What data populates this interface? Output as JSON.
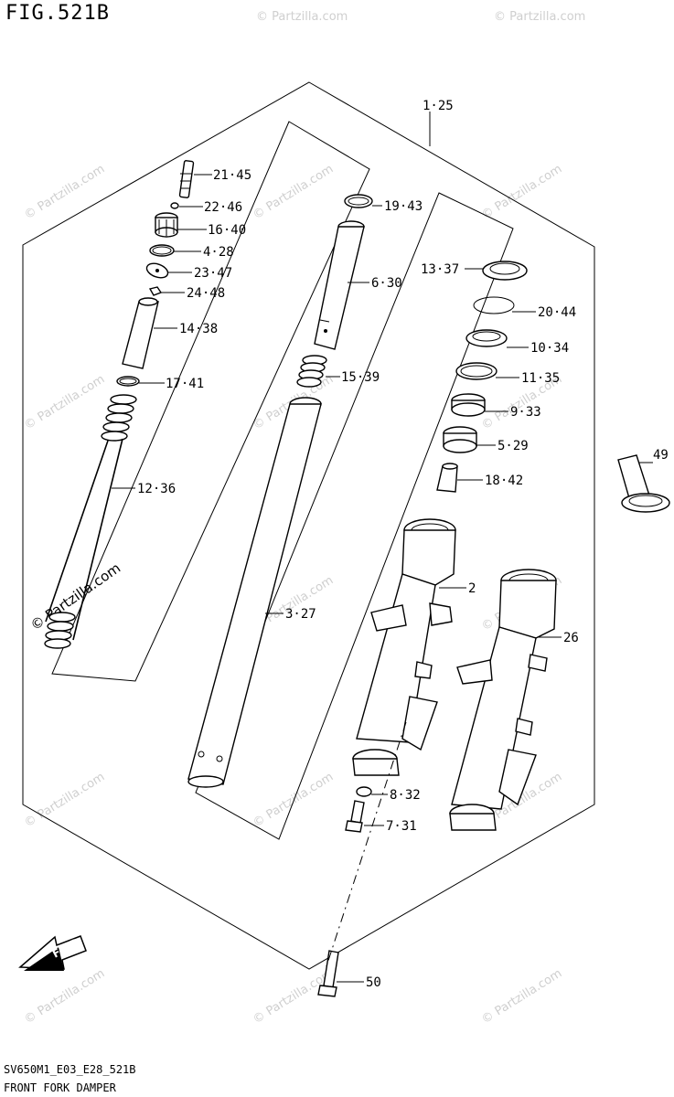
{
  "figure": {
    "title": "FIG.521B"
  },
  "footer": {
    "model_code": "SV650M1_E03_E28_521B",
    "caption": "FRONT FORK DAMPER"
  },
  "watermark": "© Partzilla.com",
  "fwd_label": "FWD",
  "callouts": {
    "c1_25": "1·25",
    "c21_45": "21·45",
    "c22_46": "22·46",
    "c16_40": "16·40",
    "c4_28": "4·28",
    "c23_47": "23·47",
    "c24_48": "24·48",
    "c14_38": "14·38",
    "c17_41": "17·41",
    "c12_36": "12·36",
    "c19_43": "19·43",
    "c6_30": "6·30",
    "c15_39": "15·39",
    "c3_27": "3·27",
    "c13_37": "13·37",
    "c20_44": "20·44",
    "c10_34": "10·34",
    "c11_35": "11·35",
    "c9_33": "9·33",
    "c5_29": "5·29",
    "c18_42": "18·42",
    "c49": "49",
    "c2": "2",
    "c26": "26",
    "c8_32": "8·32",
    "c7_31": "7·31",
    "c50": "50"
  }
}
